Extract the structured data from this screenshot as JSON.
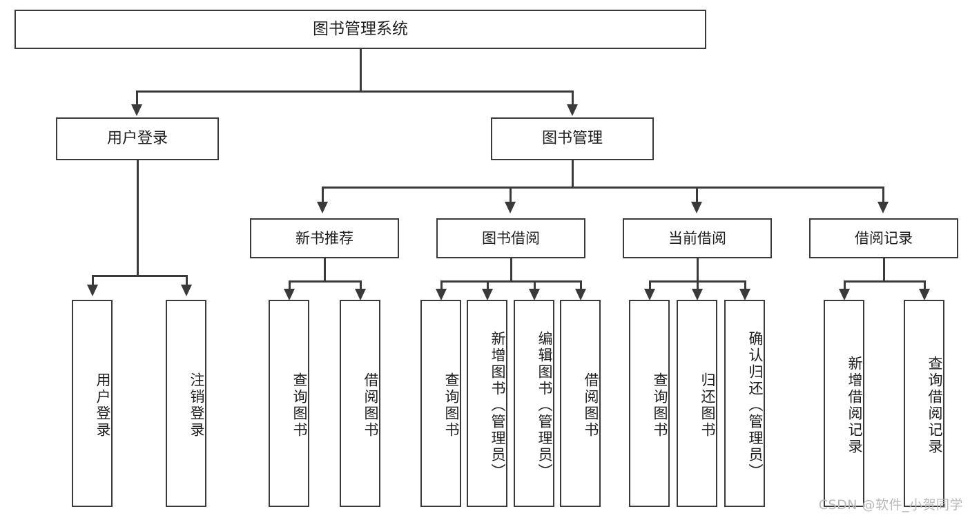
{
  "diagram": {
    "type": "tree",
    "title": "图书管理系统",
    "root": {
      "label": "图书管理系统"
    },
    "level2": [
      {
        "label": "用户登录"
      },
      {
        "label": "图书管理"
      }
    ],
    "level3": [
      {
        "label": "新书推荐"
      },
      {
        "label": "图书借阅"
      },
      {
        "label": "当前借阅"
      },
      {
        "label": "借阅记录"
      }
    ],
    "leaves": {
      "user_login": [
        {
          "label": "用户登录"
        },
        {
          "label": "注销登录"
        }
      ],
      "new_book_recommend": [
        {
          "label": "查询图书"
        },
        {
          "label": "借阅图书"
        }
      ],
      "book_borrow": [
        {
          "label": "查询图书"
        },
        {
          "label": "新增图书（管理员）"
        },
        {
          "label": "编辑图书（管理员）"
        },
        {
          "label": "借阅图书"
        }
      ],
      "current_borrow": [
        {
          "label": "查询图书"
        },
        {
          "label": "归还图书"
        },
        {
          "label": "确认归还（管理员）"
        }
      ],
      "borrow_record": [
        {
          "label": "新增借阅记录"
        },
        {
          "label": "查询借阅记录"
        }
      ]
    }
  },
  "watermark": {
    "text": "CSDN @软件_小贺同学"
  },
  "colors": {
    "stroke": "#3a3a3a",
    "text": "#1d1d1d",
    "background": "#ffffff",
    "watermark": "#b9b9b9"
  }
}
